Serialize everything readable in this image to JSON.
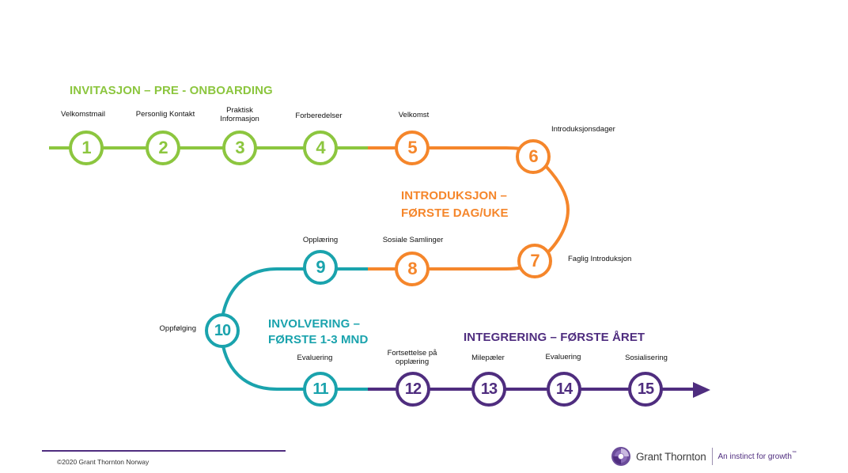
{
  "colors": {
    "green": "#8cc63f",
    "orange": "#f5862b",
    "teal": "#1aa3ad",
    "purple": "#4f2d7f"
  },
  "phases": {
    "invitasjon": "INVITASJON – PRE - ONBOARDING",
    "introduksjon_line1": "INTRODUKSJON –",
    "introduksjon_line2": "FØRSTE DAG/UKE",
    "involvering_line1": "INVOLVERING –",
    "involvering_line2": "FØRSTE 1-3 MND",
    "integrering": "INTEGRERING – FØRSTE ÅRET"
  },
  "steps": [
    {
      "number": "1",
      "label": "Velkomstmail",
      "color": "green"
    },
    {
      "number": "2",
      "label": "Personlig Kontakt",
      "color": "green"
    },
    {
      "number": "3",
      "label_line1": "Praktisk",
      "label_line2": "Informasjon",
      "color": "green"
    },
    {
      "number": "4",
      "label": "Forberedelser",
      "color": "green"
    },
    {
      "number": "5",
      "label": "Velkomst",
      "color": "orange"
    },
    {
      "number": "6",
      "label": "Introduksjonsdager",
      "color": "orange"
    },
    {
      "number": "7",
      "label": "Faglig Introduksjon",
      "color": "orange"
    },
    {
      "number": "8",
      "label": "Sosiale Samlinger",
      "color": "orange"
    },
    {
      "number": "9",
      "label": "Opplæring",
      "color": "teal"
    },
    {
      "number": "10",
      "label": "Oppfølging",
      "color": "teal"
    },
    {
      "number": "11",
      "label": "Evaluering",
      "color": "teal"
    },
    {
      "number": "12",
      "label_line1": "Fortsettelse på",
      "label_line2": "opplæring",
      "color": "purple"
    },
    {
      "number": "13",
      "label": "Milepæler",
      "color": "purple"
    },
    {
      "number": "14",
      "label": "Evaluering",
      "color": "purple"
    },
    {
      "number": "15",
      "label": "Sosialisering",
      "color": "purple"
    }
  ],
  "footer": {
    "copyright": "©2020 Grant Thornton Norway",
    "logo_name": "Grant Thornton",
    "logo_tagline": "An instinct for growth",
    "logo_tm": "™"
  }
}
